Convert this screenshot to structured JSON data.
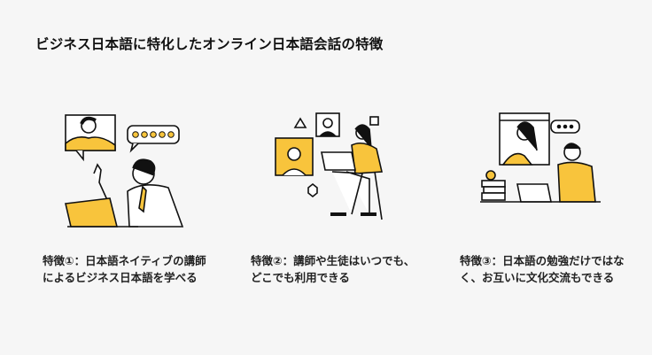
{
  "title": "ビジネス日本語に特化したオンライン日本語会話の特徴",
  "features": [
    {
      "line1": "特徴①：日本語ネイティブの講師",
      "line2": "によるビジネス日本語を学べる"
    },
    {
      "line1": "特徴②：講師や生徒はいつでも、",
      "line2": "どこでも利用できる"
    },
    {
      "line1": "特徴③：日本語の勉強だけではな",
      "line2": "く、お互いに文化交流もできる"
    }
  ],
  "colors": {
    "accent": "#f8c43c",
    "ink": "#111111",
    "background": "#f6f6f6"
  }
}
